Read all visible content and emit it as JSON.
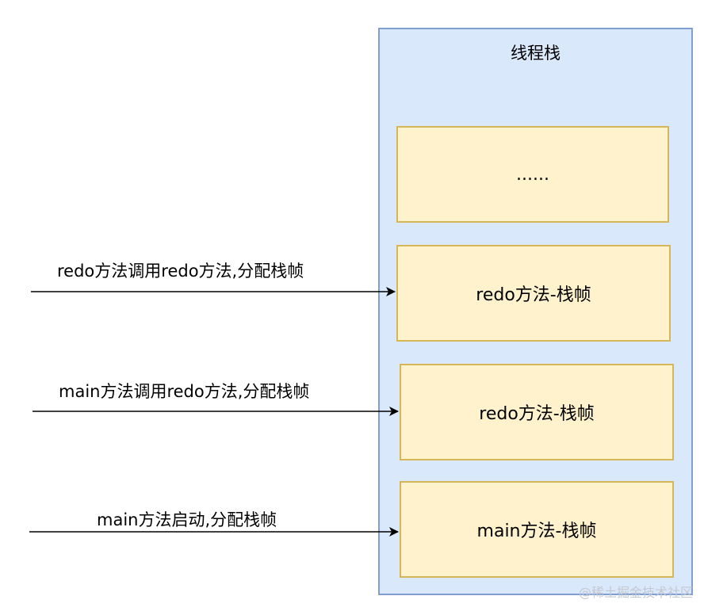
{
  "stack": {
    "title": "线程栈",
    "frames": [
      {
        "label": "......"
      },
      {
        "label": "redo方法-栈帧"
      },
      {
        "label": "redo方法-栈帧"
      },
      {
        "label": "main方法-栈帧"
      }
    ]
  },
  "calls": [
    {
      "label": "redo方法调用redo方法,分配栈帧"
    },
    {
      "label": "main方法调用redo方法,分配栈帧"
    },
    {
      "label": "main方法启动,分配栈帧"
    }
  ],
  "colors": {
    "stack_fill": "#dae8fc",
    "stack_border": "#7f9fd1",
    "frame_fill": "#fff2cc",
    "frame_border": "#d6b656"
  },
  "watermark": "@稀土掘金技术社区"
}
